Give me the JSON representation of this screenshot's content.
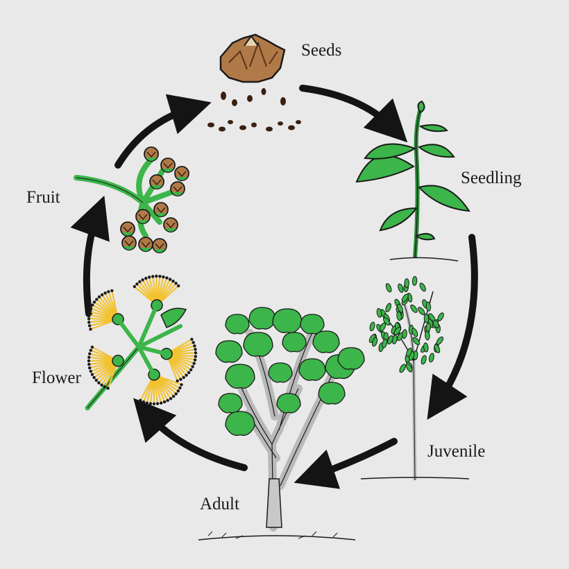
{
  "diagram": {
    "type": "life-cycle",
    "stages": [
      {
        "key": "seeds",
        "label": "Seeds"
      },
      {
        "key": "seedling",
        "label": "Seedling"
      },
      {
        "key": "juvenile",
        "label": "Juvenile"
      },
      {
        "key": "adult",
        "label": "Adult"
      },
      {
        "key": "flower",
        "label": "Flower"
      },
      {
        "key": "fruit",
        "label": "Fruit"
      }
    ],
    "arrows": [
      {
        "from": "seeds",
        "to": "seedling"
      },
      {
        "from": "seedling",
        "to": "juvenile"
      },
      {
        "from": "juvenile",
        "to": "adult"
      },
      {
        "from": "adult",
        "to": "flower"
      },
      {
        "from": "flower",
        "to": "fruit"
      },
      {
        "from": "fruit",
        "to": "seeds"
      }
    ],
    "colors": {
      "background": "#e9e9e9",
      "arrow": "#141414",
      "leaf": "#3cb54a",
      "leaf_dark": "#1f7a2e",
      "trunk": "#b9b9b9",
      "seed": "#4a2a14",
      "pod": "#b07a48",
      "stamen": "#f2c230"
    },
    "icons": [
      "seed-pod-icon",
      "seedling-icon",
      "juvenile-tree-icon",
      "adult-tree-icon",
      "flower-icon",
      "fruit-cluster-icon"
    ]
  }
}
